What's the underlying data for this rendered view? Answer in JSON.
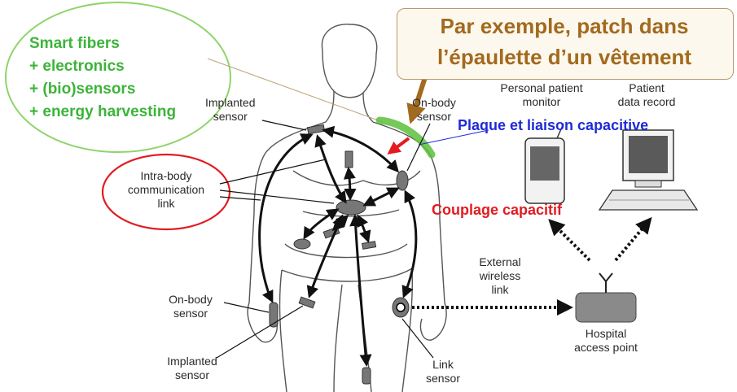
{
  "smart_fibers": {
    "lines": [
      "Smart fibers",
      "+ electronics",
      "+ (bio)sensors",
      "+ energy harvesting"
    ],
    "color": "#3cb43a"
  },
  "callout": {
    "line1": "Par exemple, patch dans",
    "line2": "l’épaulette d’un vêtement",
    "color": "#a26a1e"
  },
  "labels": {
    "implanted_sensor_top": [
      "Implanted",
      "sensor"
    ],
    "intra_body": [
      "Intra-body",
      "communication",
      "link"
    ],
    "on_body_sensor_shoulder": [
      "On-body",
      "sensor"
    ],
    "on_body_sensor_leg": [
      "On-body",
      "sensor"
    ],
    "implanted_sensor_bottom": [
      "Implanted",
      "sensor"
    ],
    "link_sensor": [
      "Link",
      "sensor"
    ],
    "external_link": [
      "External",
      "wireless",
      "link"
    ],
    "personal_monitor": [
      "Personal patient",
      "monitor"
    ],
    "patient_record": [
      "Patient",
      "data record"
    ],
    "hospital_ap": [
      "Hospital",
      "access point"
    ]
  },
  "annotations": {
    "plaque": "Plaque et liaison capacitive",
    "couplage": "Couplage capacitif",
    "plaque_color": "#1f2bd6",
    "couplage_color": "#e21b22"
  }
}
